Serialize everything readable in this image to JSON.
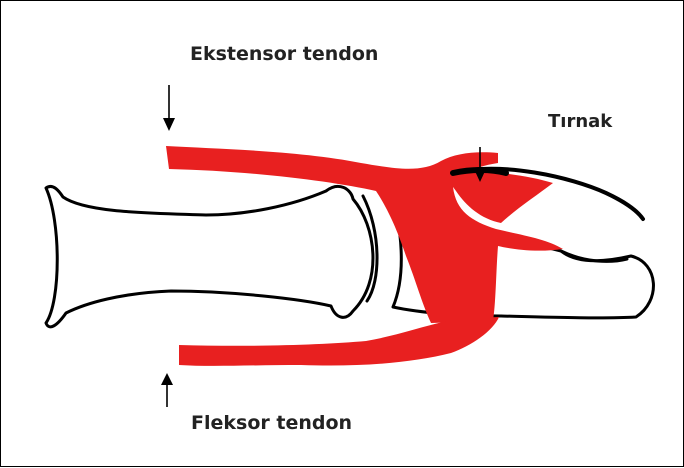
{
  "labels": {
    "extensor_tendon": "Ekstensor tendon",
    "nail": "Tırnak",
    "flexor_tendon": "Fleksor tendon"
  },
  "colors": {
    "tendon": "#e82020",
    "outline": "#000000",
    "background": "#ffffff"
  }
}
